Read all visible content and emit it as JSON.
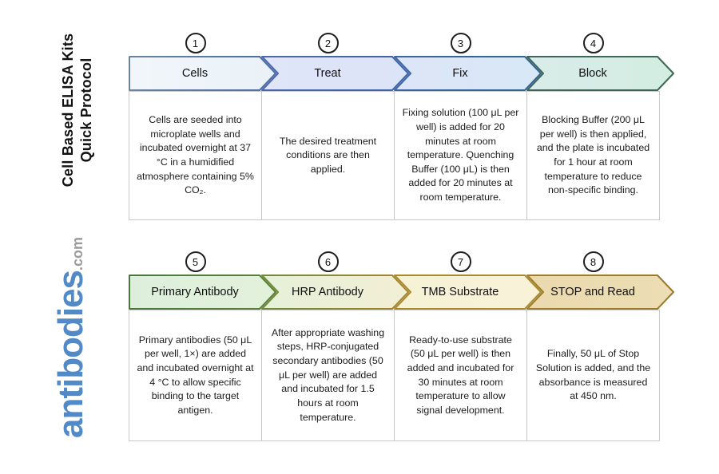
{
  "branding": {
    "title_line1": "Cell Based ELISA Kits",
    "title_line2": "Quick Protocol",
    "logo_text": "antibodies",
    "logo_suffix": ".com",
    "logo_color": "#5289c7",
    "logo_suffix_color": "#9b9b9b"
  },
  "diagram": {
    "steps": [
      {
        "number": "1",
        "label": "Cells",
        "description": "Cells are seeded into microplate wells and incubated overnight at 37 °C in a humidified atmosphere containing 5% CO₂.",
        "fill_start": "#f2f6fa",
        "fill_end": "#e9f2f8",
        "stroke_start": "#68859f",
        "stroke_end": "#4d6ca6"
      },
      {
        "number": "2",
        "label": "Treat",
        "description": "The desired treatment conditions are then applied.",
        "fill_start": "#e0e5f8",
        "fill_end": "#dce4f7",
        "stroke_start": "#4c69b0",
        "stroke_end": "#4063a8"
      },
      {
        "number": "3",
        "label": "Fix",
        "description": "Fixing solution (100 μL per well) is added for 20 minutes at room temperature. Quenching Buffer (100 μL) is then added for 20 minutes at room temperature.",
        "fill_start": "#dde5f7",
        "fill_end": "#d8e8f7",
        "stroke_start": "#3c66a6",
        "stroke_end": "#2f6590"
      },
      {
        "number": "4",
        "label": "Block",
        "description": "Blocking Buffer (200 μL per well) is then applied, and the plate is incubated for 1 hour at room temperature to reduce non-specific binding.",
        "fill_start": "#d9ece9",
        "fill_end": "#d3ede1",
        "stroke_start": "#42645c",
        "stroke_end": "#3e6754"
      },
      {
        "number": "5",
        "label": "Primary Antibody",
        "description": "Primary antibodies (50 μL per well, 1×) are added and incubated overnight at 4 °C to allow specific binding to the target antigen.",
        "fill_start": "#ddefdc",
        "fill_end": "#e2f1da",
        "stroke_start": "#49783b",
        "stroke_end": "#5a7f3a"
      },
      {
        "number": "6",
        "label": "HRP Antibody",
        "description": "After appropriate washing steps, HRP-conjugated secondary antibodies (50 μL per well) are added and incubated for 1.5 hours at room temperature.",
        "fill_start": "#e6f0d8",
        "fill_end": "#f2efd5",
        "stroke_start": "#6e8a38",
        "stroke_end": "#a8862e"
      },
      {
        "number": "7",
        "label": "TMB Substrate",
        "description": "Ready-to-use substrate (50 μL per well) is then added and incubated for 30 minutes at room temperature to allow signal development.",
        "fill_start": "#f6f2d6",
        "fill_end": "#f8f3d8",
        "stroke_start": "#a9892f",
        "stroke_end": "#ab8b33"
      },
      {
        "number": "8",
        "label": "STOP and Read",
        "description": "Finally, 50 μL of Stop Solution is added, and the absorbance is measured at 450 nm.",
        "fill_start": "#ebdaae",
        "fill_end": "#edddb4",
        "stroke_start": "#9d7d2a",
        "stroke_end": "#9a7a2b"
      }
    ]
  }
}
